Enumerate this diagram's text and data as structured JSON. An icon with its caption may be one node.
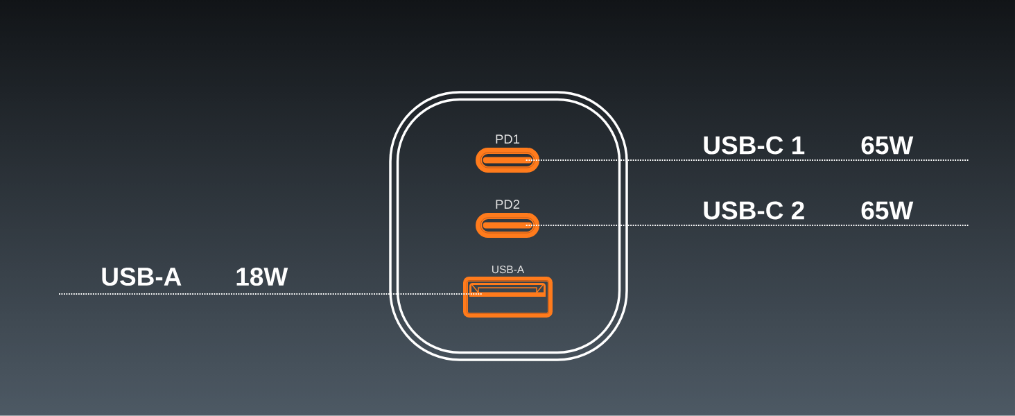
{
  "diagram": {
    "nodes": [
      {
        "text": [],
        "shape": "box"
      },
      {
        "text": [
          "PD1"
        ],
        "in": 0
      },
      {
        "text": [
          "PD2"
        ],
        "in": 0
      },
      {
        "text": [
          "USB-A"
        ],
        "in": 0
      },
      {
        "text": [
          "USB-C 1",
          "65W"
        ]
      },
      {
        "text": [
          "USB-C 2",
          "65W"
        ]
      },
      {
        "text": [
          "USB-A",
          "18W"
        ]
      }
    ],
    "edges": [
      {
        "from": 4,
        "to": 1,
        "arrow": "none",
        "style": "dashed"
      },
      {
        "from": 5,
        "to": 2,
        "arrow": "none",
        "style": "dashed"
      },
      {
        "from": 6,
        "to": 3,
        "arrow": "none",
        "style": "dashed"
      }
    ]
  }
}
